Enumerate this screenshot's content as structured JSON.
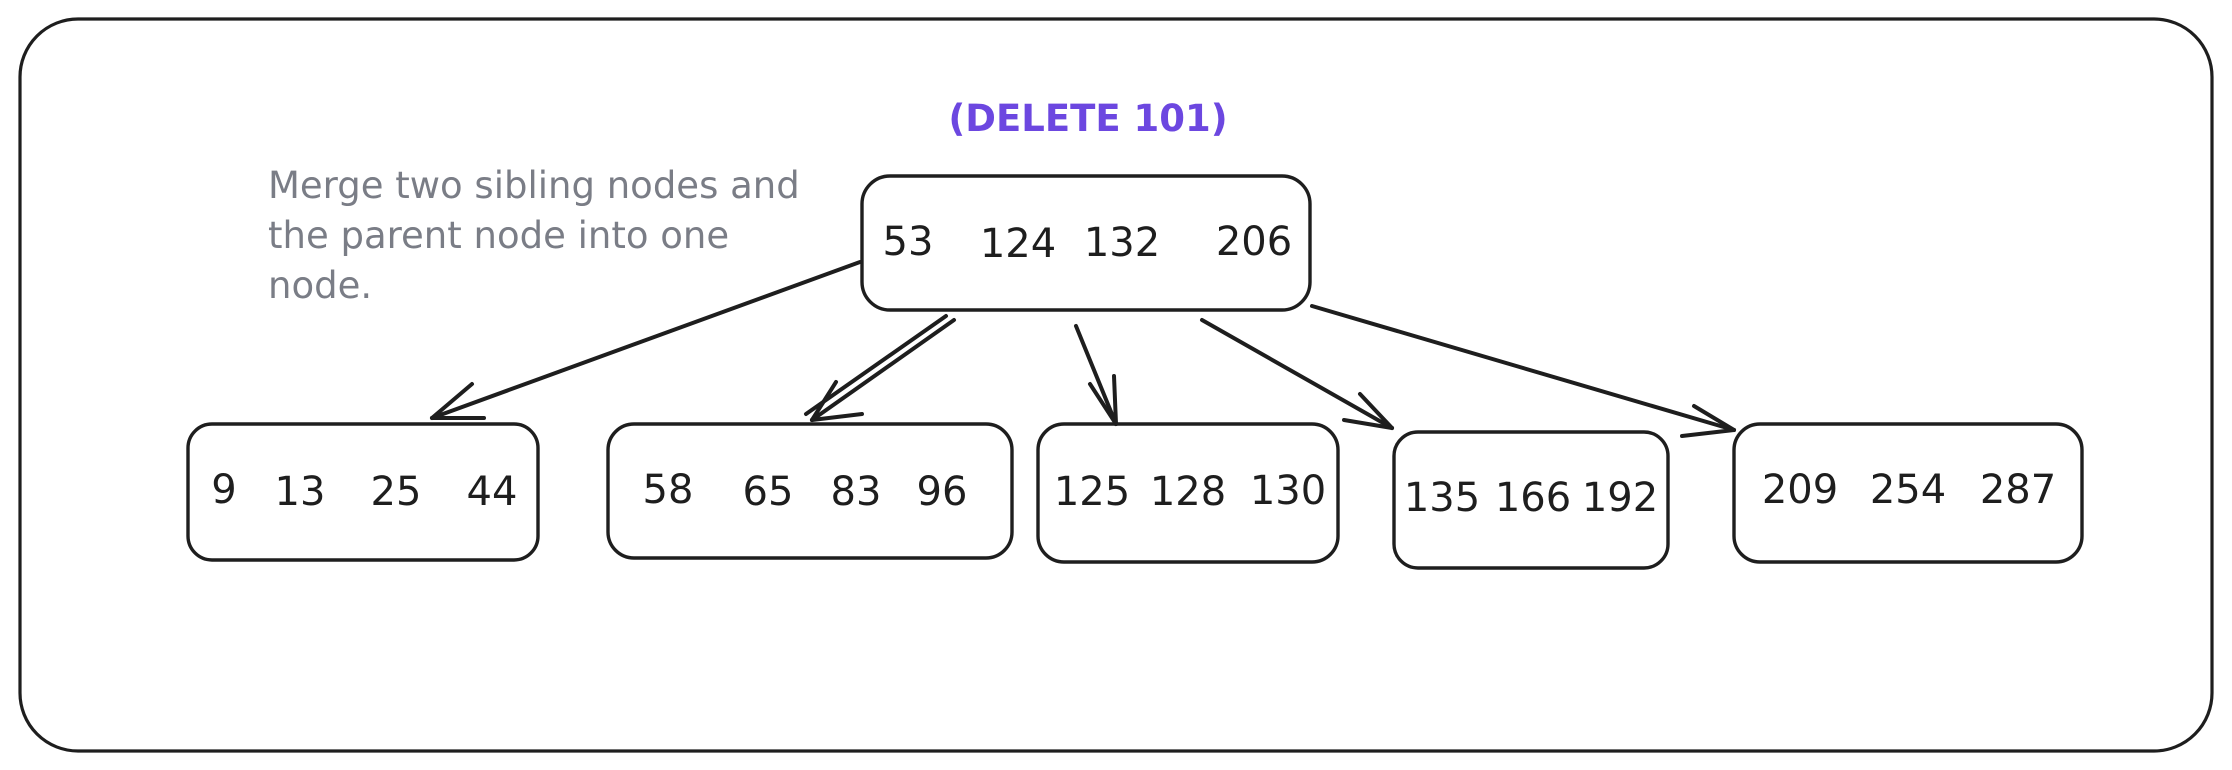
{
  "title": "(DELETE 101)",
  "note_lines": [
    "Merge two sibling nodes and",
    "the parent node into one",
    "node."
  ],
  "root": {
    "keys": [
      "53",
      "124",
      "132",
      "206"
    ]
  },
  "children": [
    {
      "keys": [
        "9",
        "13",
        "25",
        "44"
      ]
    },
    {
      "keys": [
        "58",
        "65",
        "83",
        "96"
      ]
    },
    {
      "keys": [
        "125",
        "128",
        "130"
      ]
    },
    {
      "keys": [
        "135",
        "166",
        "192"
      ]
    },
    {
      "keys": [
        "209",
        "254",
        "287"
      ]
    }
  ],
  "colors": {
    "title": "#6c47e0",
    "note": "#7a7d86",
    "stroke": "#1e1e1e"
  },
  "icons": {
    "connector": "arrow-icon"
  }
}
